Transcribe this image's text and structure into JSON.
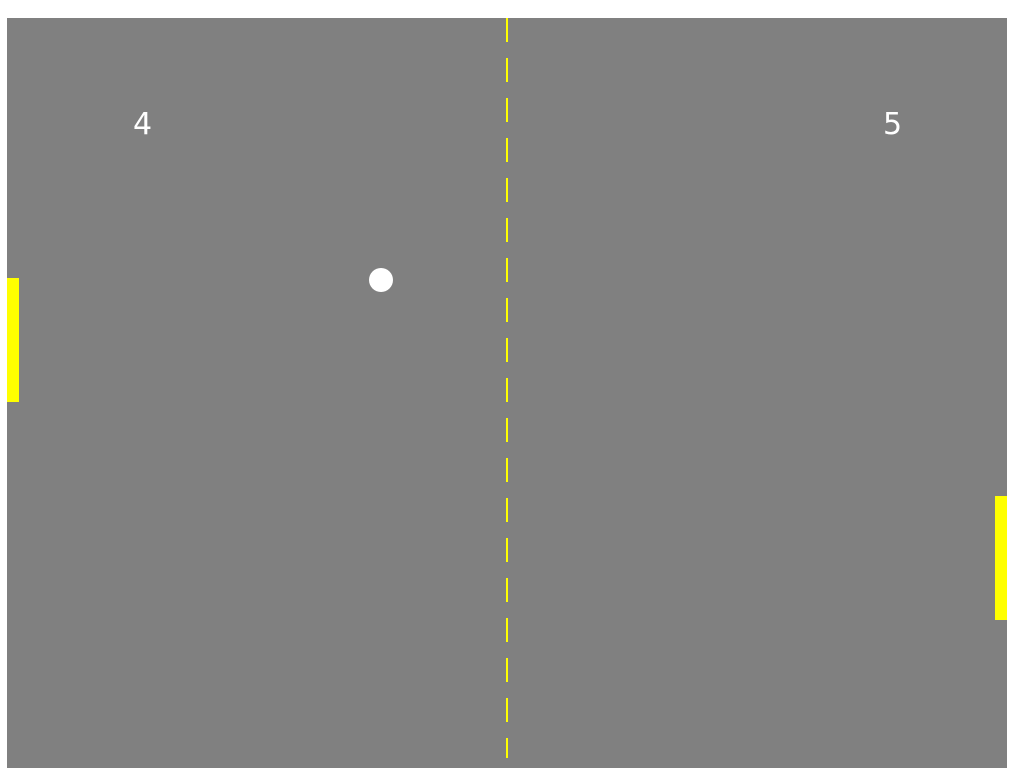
{
  "game": {
    "name": "Pong",
    "scores": {
      "left": "4",
      "right": "5"
    },
    "colors": {
      "court": "#808080",
      "paddle": "#ffff00",
      "center_line": "#ffff00",
      "ball": "#ffffff",
      "score_text": "#ffffff"
    }
  }
}
